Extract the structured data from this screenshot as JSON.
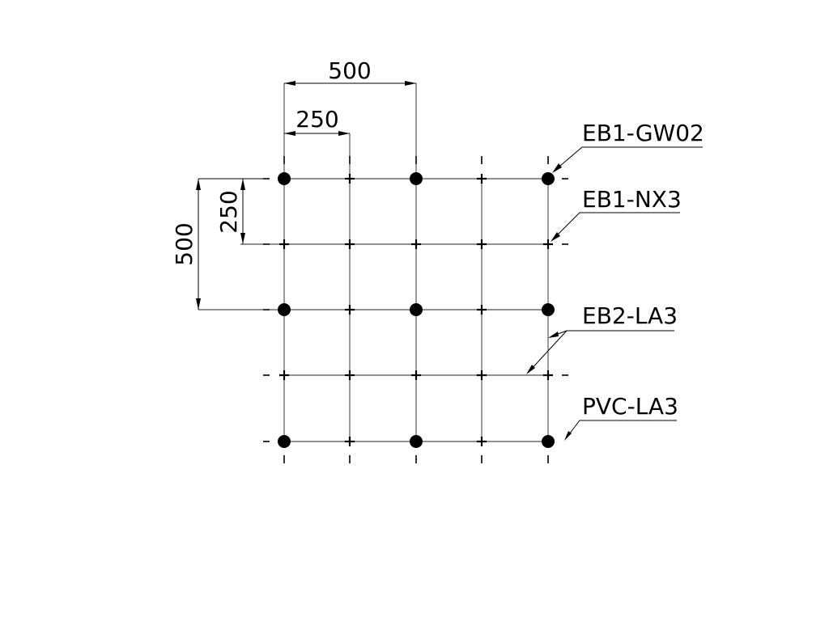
{
  "dimensions": {
    "top_outer": "500",
    "top_inner": "250",
    "left_outer": "500",
    "left_inner": "250"
  },
  "grid": {
    "rows": 5,
    "cols": 5,
    "node_types": [
      [
        "dot",
        "cross",
        "dot",
        "cross",
        "dot"
      ],
      [
        "cross",
        "cross",
        "cross",
        "cross",
        "cross"
      ],
      [
        "dot",
        "cross",
        "dot",
        "cross",
        "dot"
      ],
      [
        "cross",
        "cross",
        "cross",
        "cross",
        "cross"
      ],
      [
        "dot",
        "cross",
        "dot",
        "cross",
        "dot"
      ]
    ]
  },
  "callouts": [
    {
      "id": "eb1-gw02",
      "text": "EB1-GW02"
    },
    {
      "id": "eb1-nx3",
      "text": "EB1-NX3"
    },
    {
      "id": "eb2-la3",
      "text": "EB2-LA3"
    },
    {
      "id": "pvc-la3",
      "text": "PVC-LA3"
    }
  ]
}
